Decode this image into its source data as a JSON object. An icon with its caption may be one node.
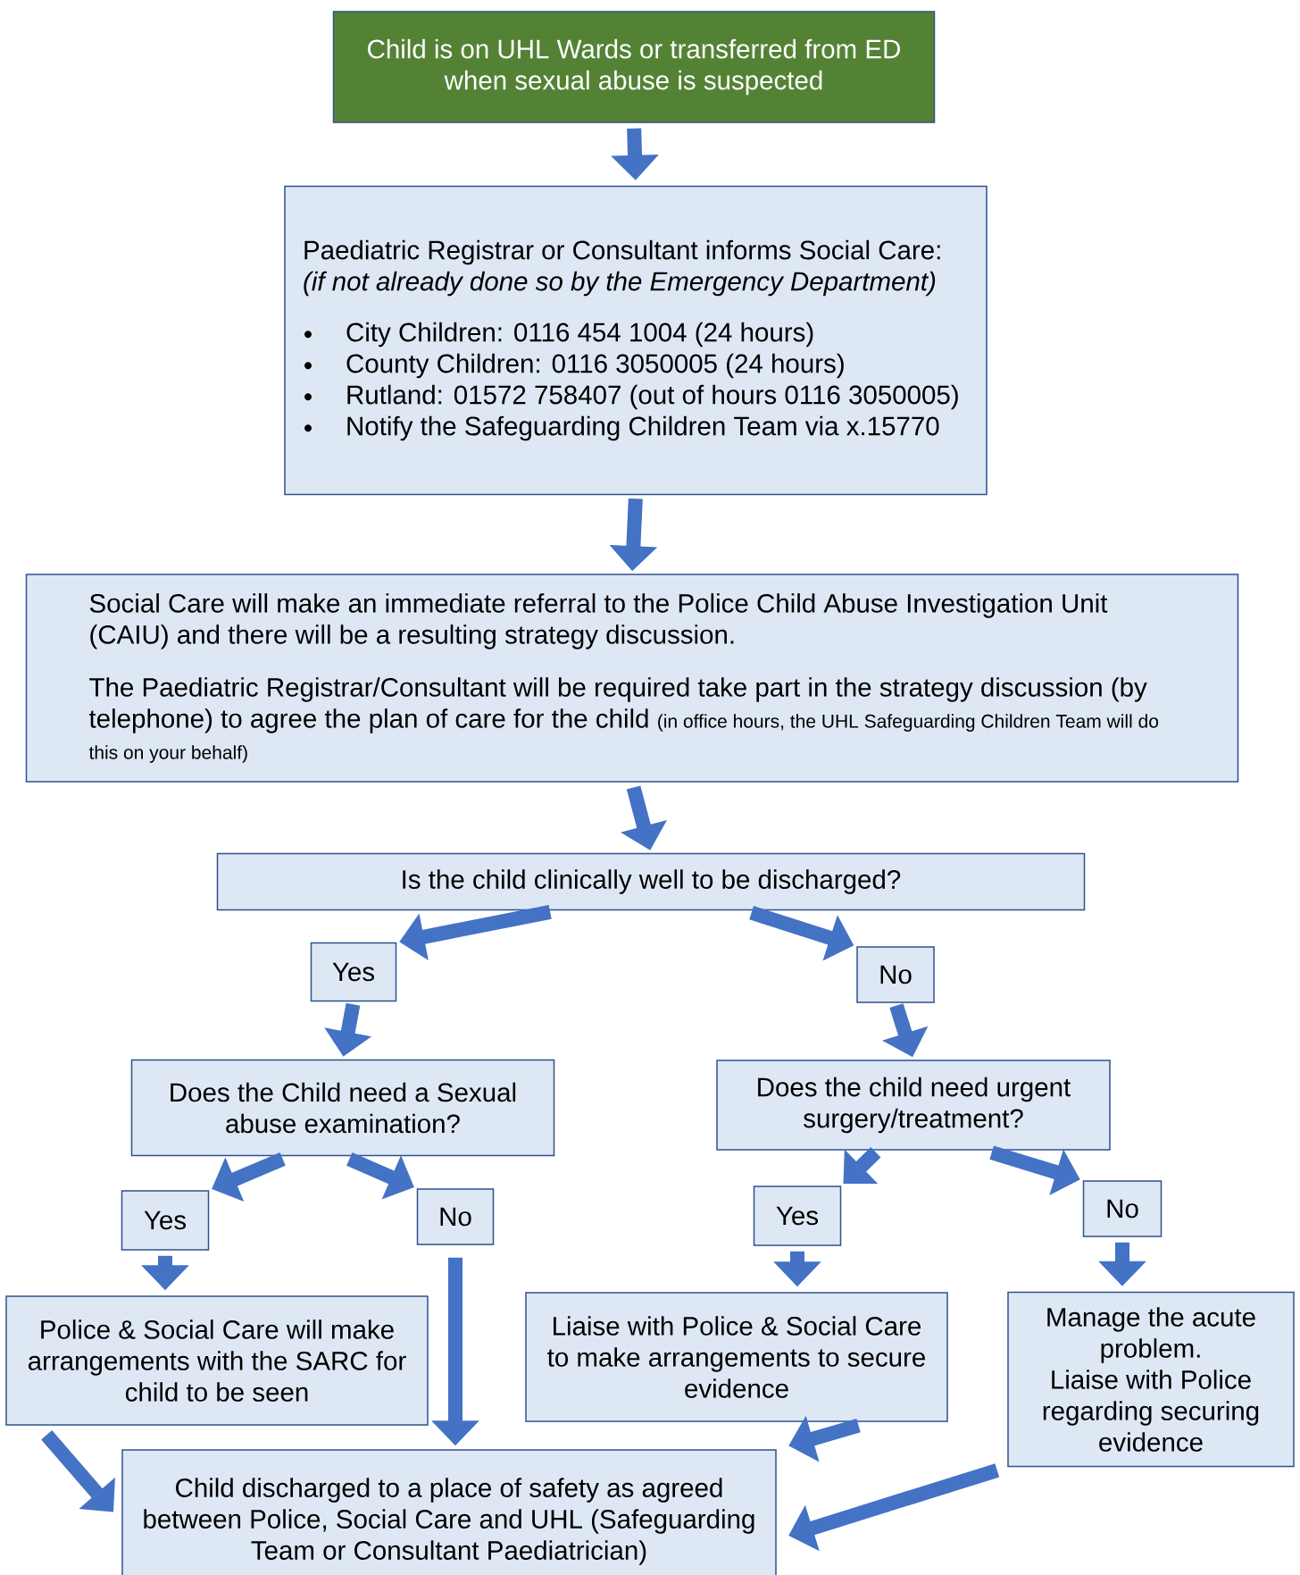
{
  "diagram": {
    "nodes": [
      {
        "text": [
          "Child is on UHL Wards or transferred from ED when sexual abuse is suspected"
        ]
      },
      {
        "text": [
          "Paediatric Registrar or Consultant informs Social Care: *(if not already done so by the Emergency Department)*",
          "City Children: 0116 454 1004 (24 hours)",
          "County Children: 0116 3050005 (24 hours)",
          "Rutland: 01572 758407 (out of hours 0116 3050005)",
          "Notify the Safeguarding Children Team via x.15770"
        ]
      },
      {
        "text": [
          "Social Care will make an immediate referral to the Police Child Abuse Investigation Unit (CAIU) and there will be a resulting strategy discussion.",
          "The Paediatric Registrar/Consultant will be required take part in the strategy discussion (by telephone) to agree the plan of care for the child",
          "(in office hours, the UHL Safeguarding Children Team will do this on your behalf)"
        ]
      },
      {
        "text": [
          "Is the child clinically well to be discharged?"
        ]
      },
      {
        "text": [
          "Yes"
        ]
      },
      {
        "text": [
          "No"
        ]
      },
      {
        "text": [
          "Does the Child need a Sexual abuse examination?"
        ]
      },
      {
        "text": [
          "Does the child need urgent surgery/treatment?"
        ]
      },
      {
        "text": [
          "Yes"
        ]
      },
      {
        "text": [
          "No"
        ]
      },
      {
        "text": [
          "Yes"
        ]
      },
      {
        "text": [
          "No"
        ]
      },
      {
        "text": [
          "Police & Social Care will make arrangements with the SARC for child to be seen"
        ]
      },
      {
        "text": [
          "Liaise with Police & Social Care to make arrangements to secure evidence"
        ]
      },
      {
        "text": [
          "Manage the acute problem.",
          "Liaise with Police regarding securing evidence"
        ]
      },
      {
        "text": [
          "Child discharged to a place of safety as agreed between Police, Social Care and UHL (Safeguarding Team or Consultant Paediatrician)"
        ]
      }
    ],
    "edges": [
      {
        "from": 0,
        "to": 1,
        "arrow": "to"
      },
      {
        "from": 1,
        "to": 2,
        "arrow": "to"
      },
      {
        "from": 2,
        "to": 3,
        "arrow": "to"
      },
      {
        "from": 3,
        "to": 4,
        "arrow": "to"
      },
      {
        "from": 3,
        "to": 5,
        "arrow": "to"
      },
      {
        "from": 4,
        "to": 6,
        "arrow": "to"
      },
      {
        "from": 5,
        "to": 7,
        "arrow": "to"
      },
      {
        "from": 6,
        "to": 8,
        "arrow": "to"
      },
      {
        "from": 6,
        "to": 9,
        "arrow": "to"
      },
      {
        "from": 7,
        "to": 10,
        "arrow": "to"
      },
      {
        "from": 7,
        "to": 11,
        "arrow": "to"
      },
      {
        "from": 8,
        "to": 12,
        "arrow": "to"
      },
      {
        "from": 9,
        "to": 15,
        "arrow": "to"
      },
      {
        "from": 10,
        "to": 13,
        "arrow": "to"
      },
      {
        "from": 11,
        "to": 14,
        "arrow": "to"
      },
      {
        "from": 12,
        "to": 15,
        "arrow": "to"
      },
      {
        "from": 13,
        "to": 15,
        "arrow": "to"
      },
      {
        "from": 14,
        "to": 15,
        "arrow": "to"
      }
    ]
  }
}
